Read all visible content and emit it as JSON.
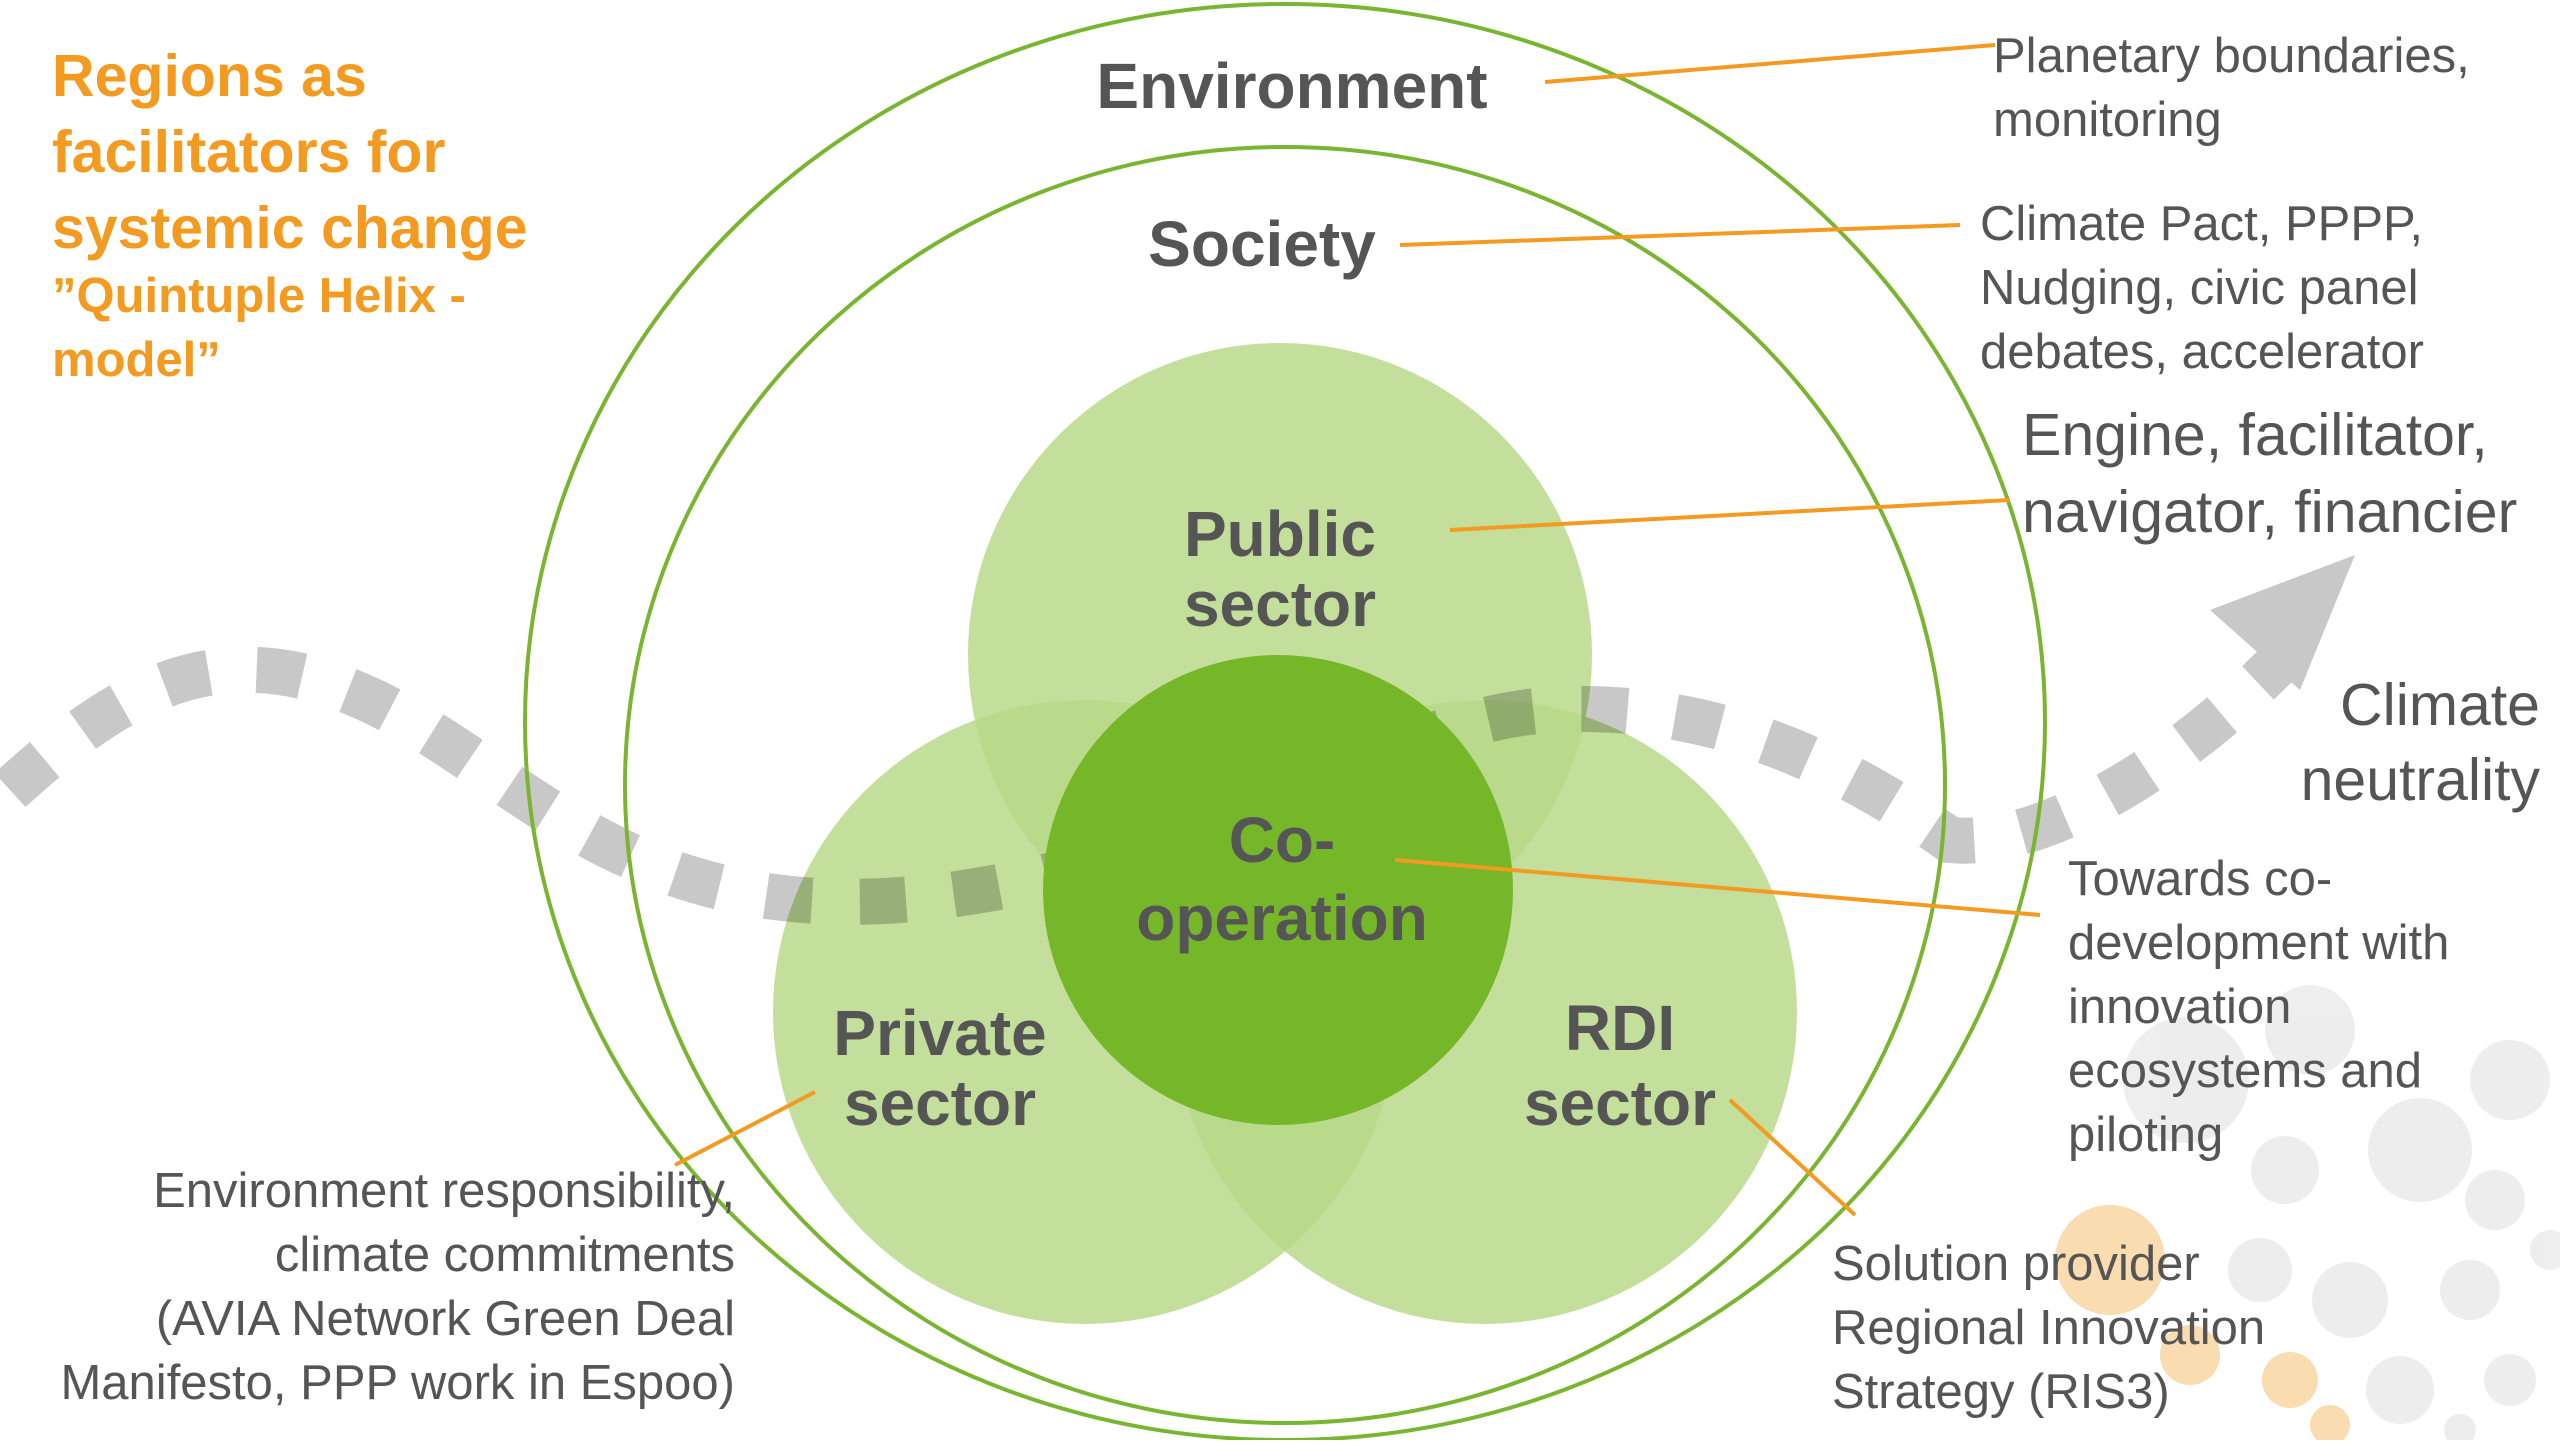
{
  "title": {
    "lines": [
      "Regions as",
      "facilitators for",
      "systemic change"
    ],
    "subtitle_lines": [
      "”Quintuple Helix -",
      "model”"
    ]
  },
  "rings": {
    "environment": "Environment",
    "society": "Society"
  },
  "circles": {
    "public": [
      "Public",
      "sector"
    ],
    "private": [
      "Private",
      "sector"
    ],
    "rdi": [
      "RDI",
      "sector"
    ],
    "center": [
      "Co-",
      "operation"
    ]
  },
  "annotations": {
    "environment": [
      "Planetary boundaries,",
      "monitoring"
    ],
    "society": [
      "Climate Pact, PPPP,",
      "Nudging, civic panel",
      "debates, accelerator"
    ],
    "public": [
      "Engine, facilitator,",
      "navigator, financier"
    ],
    "cooperation": [
      "Towards co-",
      "development with",
      "innovation",
      "ecosystems and",
      "piloting"
    ],
    "private": [
      "Environment responsibility,",
      "climate commitments",
      "(AVIA Network Green Deal",
      "Manifesto, PPP work in Espoo)"
    ],
    "rdi": [
      "Solution provider",
      "Regional Innovation",
      "Strategy (RIS3)"
    ]
  },
  "goal": [
    "Climate",
    "neutrality"
  ],
  "colors": {
    "accent_orange": "#f39a21",
    "ring_green": "#7ab531",
    "circle_light_green": "#b8d98a",
    "center_green": "#76b72a",
    "text_gray": "#555555",
    "dash_gray": "#c8c8c8"
  }
}
